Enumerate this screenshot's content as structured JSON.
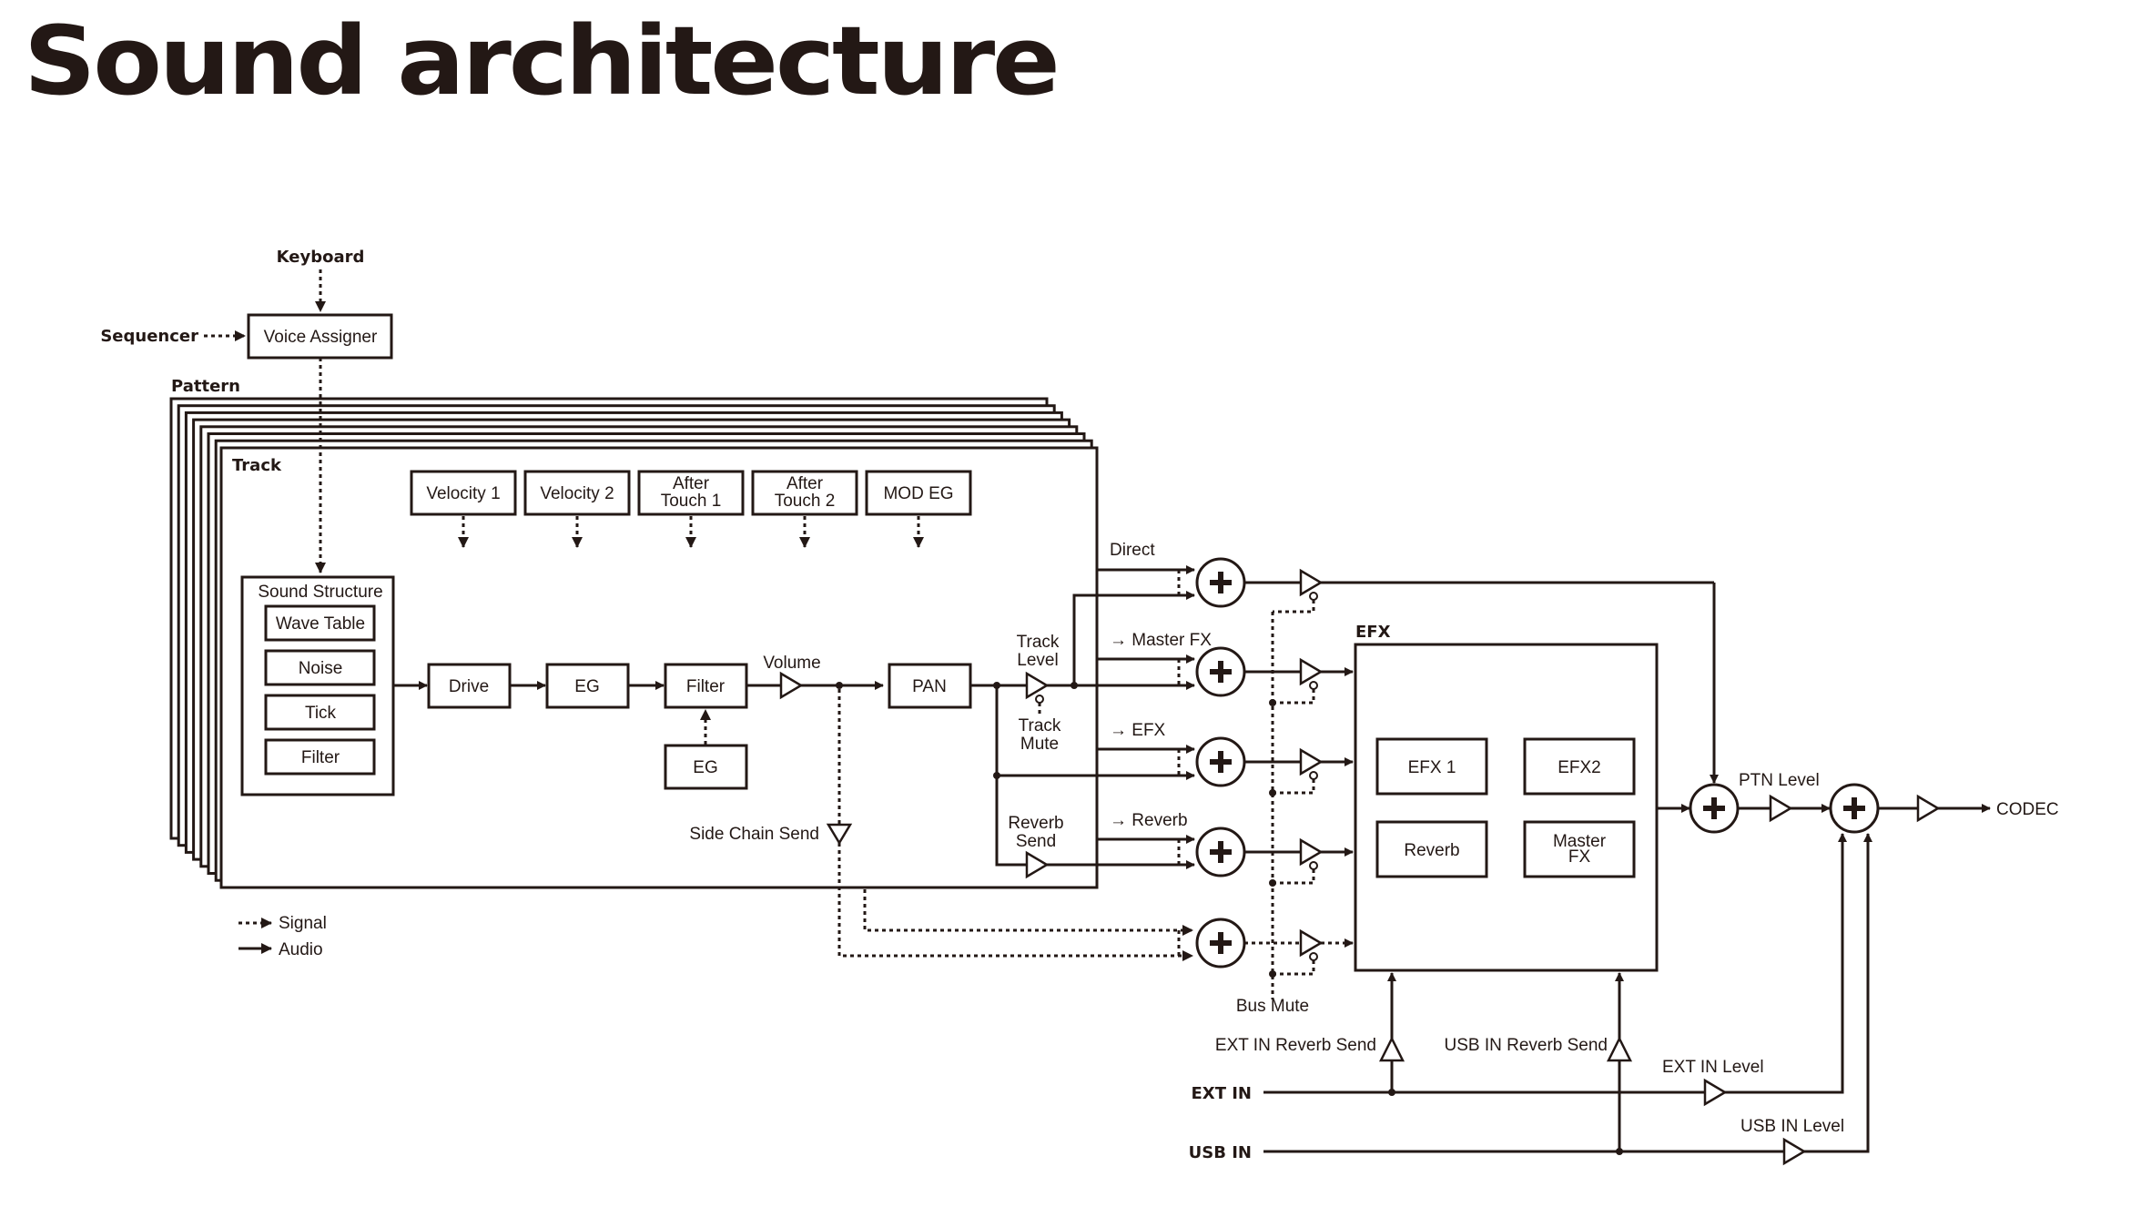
{
  "title": "Sound architecture",
  "inputs": {
    "keyboard": "Keyboard",
    "sequencer": "Sequencer",
    "voice_assigner": "Voice Assigner"
  },
  "containers": {
    "pattern": "Pattern",
    "track": "Track",
    "efx": "EFX"
  },
  "modulators": [
    "Velocity 1",
    "Velocity 2",
    "After|Touch 1",
    "After|Touch 2",
    "MOD EG"
  ],
  "sound_structure": {
    "label": "Sound Structure",
    "items": [
      "Wave Table",
      "Noise",
      "Tick",
      "Filter"
    ]
  },
  "chain": {
    "drive": "Drive",
    "eg": "EG",
    "filter": "Filter",
    "filter_eg": "EG",
    "volume": "Volume",
    "pan": "PAN",
    "track_level": "Track|Level",
    "track_mute": "Track|Mute",
    "reverb_send": "Reverb|Send",
    "side_chain_send": "Side Chain Send"
  },
  "buses": {
    "direct": "Direct",
    "master_fx": "→ Master FX",
    "efx": "→ EFX",
    "reverb": "→ Reverb",
    "bus_mute": "Bus Mute"
  },
  "efx_blocks": [
    "EFX 1",
    "EFX2",
    "Reverb",
    "Master|FX"
  ],
  "output": {
    "ptn_level": "PTN Level",
    "codec": "CODEC"
  },
  "external": {
    "ext_in": "EXT IN",
    "usb_in": "USB IN",
    "ext_in_reverb_send": "EXT IN Reverb Send",
    "usb_in_reverb_send": "USB IN Reverb Send",
    "ext_in_level": "EXT IN Level",
    "usb_in_level": "USB IN Level"
  },
  "legend": {
    "signal": "Signal",
    "audio": "Audio"
  }
}
